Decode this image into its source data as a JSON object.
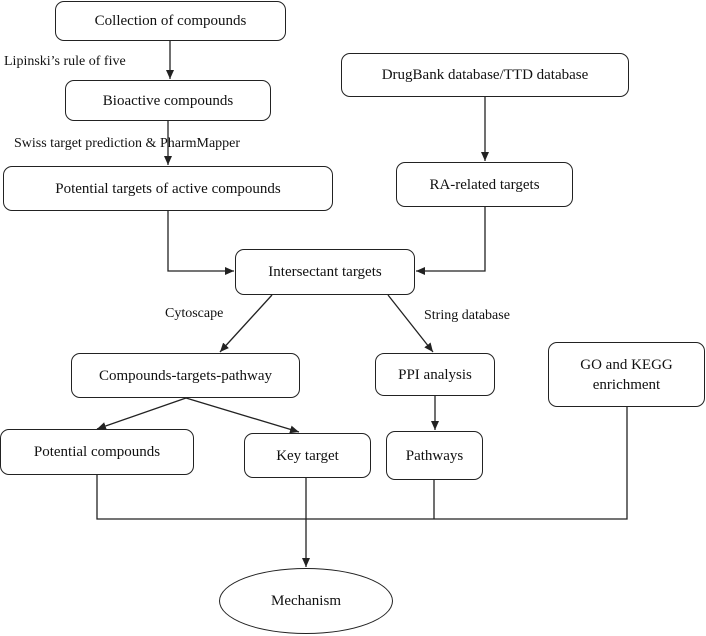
{
  "nodes": {
    "collection": "Collection of compounds",
    "bioactive": "Bioactive compounds",
    "potential_targets": "Potential targets of active compounds",
    "drugbank": "DrugBank database/TTD database",
    "ra_targets": "RA-related targets",
    "intersectant": "Intersectant targets",
    "ctp": "Compounds-targets-pathway",
    "ppi": "PPI analysis",
    "go_kegg": "GO and KEGG enrichment",
    "potential_compounds": "Potential compounds",
    "key_target": "Key target",
    "pathways": "Pathways",
    "mechanism": "Mechanism"
  },
  "edge_labels": {
    "lipinski": "Lipinski’s rule of five",
    "swiss": "Swiss target prediction & PharmMapper",
    "cytoscape": "Cytoscape",
    "string_db": "String database"
  }
}
